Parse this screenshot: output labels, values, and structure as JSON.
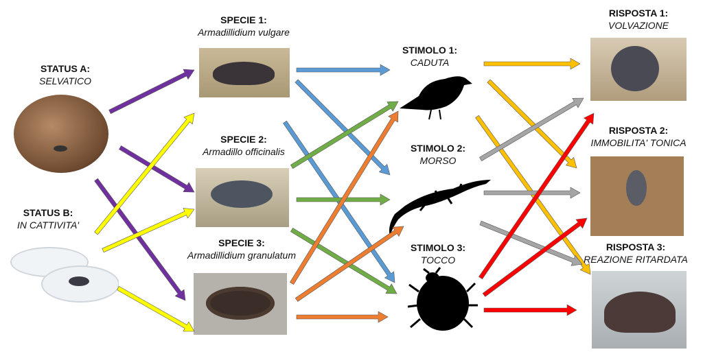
{
  "status": [
    {
      "title": "STATUS A:",
      "subtitle": "SELVATICO"
    },
    {
      "title": "STATUS B:",
      "subtitle": "IN CATTIVITA'"
    }
  ],
  "species": [
    {
      "title": "SPECIE 1:",
      "subtitle": "Armadillidium vulgare"
    },
    {
      "title": "SPECIE 2:",
      "subtitle": "Armadillo officinalis"
    },
    {
      "title": "SPECIE 3:",
      "subtitle": "Armadillidium granulatum"
    }
  ],
  "stimuli": [
    {
      "title": "STIMOLO 1:",
      "subtitle": "CADUTA",
      "icon": "bird-silhouette-icon"
    },
    {
      "title": "STIMOLO 2:",
      "subtitle": "MORSO",
      "icon": "lizard-silhouette-icon"
    },
    {
      "title": "STIMOLO 3:",
      "subtitle": "TOCCO",
      "icon": "tick-silhouette-icon"
    }
  ],
  "responses": [
    {
      "title": "RISPOSTA 1:",
      "subtitle": "VOLVAZIONE"
    },
    {
      "title": "RISPOSTA 2:",
      "subtitle": "IMMOBILITA' TONICA"
    },
    {
      "title": "RISPOSTA 3:",
      "subtitle": "REAZIONE RITARDATA"
    }
  ],
  "colors": {
    "status_a": "#7030a0",
    "status_b": "#ffff00",
    "species_1": "#5b9bd5",
    "species_2": "#70ad47",
    "species_3": "#ed7d31",
    "stimulus_1": "#ffc000",
    "stimulus_2": "#a5a5a5",
    "stimulus_3": "#ff0000"
  }
}
